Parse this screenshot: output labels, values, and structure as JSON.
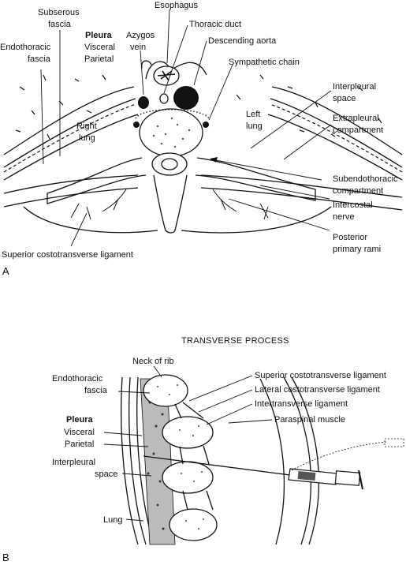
{
  "panel_a": {
    "panel_label": "A",
    "labels": {
      "subserous_fascia_1": "Subserous",
      "subserous_fascia_2": "fascia",
      "esophagus": "Esophagus",
      "thoracic_duct": "Thoracic duct",
      "endothoracic_fascia_1": "Endothoracic",
      "endothoracic_fascia_2": "fascia",
      "pleura": "Pleura",
      "visceral": "Visceral",
      "parietal": "Parietal",
      "azygos_1": "Azygos",
      "azygos_2": "vein",
      "descending_aorta": "Descending aorta",
      "sympathetic_chain": "Sympathetic chain",
      "interpleural_space_1": "Interpleural",
      "interpleural_space_2": "space",
      "right_lung_1": "Right",
      "right_lung_2": "lung",
      "left_lung_1": "Left",
      "left_lung_2": "lung",
      "extrapleural_1": "Extrapleural",
      "extrapleural_2": "compartment",
      "subendothoracic_1": "Subendothoracic",
      "subendothoracic_2": "compartment",
      "intercostal_nerve_1": "Intercostal",
      "intercostal_nerve_2": "nerve",
      "posterior_rami_1": "Posterior",
      "posterior_rami_2": "primary rami",
      "superior_costotransverse": "Superior costotransverse ligament"
    }
  },
  "panel_b": {
    "panel_label": "B",
    "title": "TRANSVERSE PROCESS",
    "labels": {
      "neck_of_rib": "Neck of rib",
      "endothoracic_1": "Endothoracic",
      "endothoracic_2": "fascia",
      "superior_costotransverse": "Superior costotransverse ligament",
      "lateral_costotransverse": "Lateral costotransverse ligament",
      "intertransverse": "Intertransverse ligament",
      "paraspinal": "Paraspinal muscle",
      "pleura": "Pleura",
      "visceral": "Visceral",
      "parietal": "Parietal",
      "interpleural_1": "Interpleural",
      "interpleural_2": "space",
      "lung": "Lung"
    }
  }
}
